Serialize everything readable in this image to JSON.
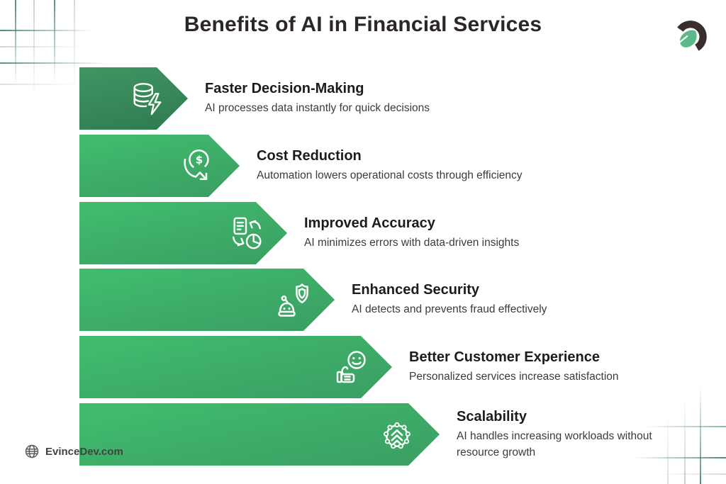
{
  "header": {
    "title": "Benefits of AI in Financial Services"
  },
  "benefits": [
    {
      "title": "Faster Decision-Making",
      "description": "AI processes data instantly for quick decisions",
      "icon": "database-lightning-icon"
    },
    {
      "title": "Cost Reduction",
      "description": "Automation lowers operational costs through efficiency",
      "icon": "dollar-decrease-icon"
    },
    {
      "title": "Improved Accuracy",
      "description": "AI minimizes errors with data-driven insights",
      "icon": "document-chart-sync-icon"
    },
    {
      "title": "Enhanced Security",
      "description": "AI detects and prevents fraud effectively",
      "icon": "robot-shield-icon"
    },
    {
      "title": "Better Customer Experience",
      "description": "Personalized services increase satisfaction",
      "icon": "thumbs-up-smiley-icon"
    },
    {
      "title": "Scalability",
      "description": "AI handles increasing workloads without resource growth",
      "icon": "network-scale-icon"
    }
  ],
  "footer": {
    "website": "EvinceDev.com",
    "icon": "globe-icon"
  },
  "logo": {
    "name": "evincedev-logo"
  },
  "colors": {
    "title_text": "#2c2627",
    "bar_dark_start": "#3f9663",
    "bar_dark_end": "#2f7a50",
    "bar_start": "#41bd6f",
    "bar_end": "#3a9e62",
    "icon_stroke": "#ffffff",
    "logo_dark": "#3a2d2e",
    "logo_leaf": "#5cb988"
  }
}
